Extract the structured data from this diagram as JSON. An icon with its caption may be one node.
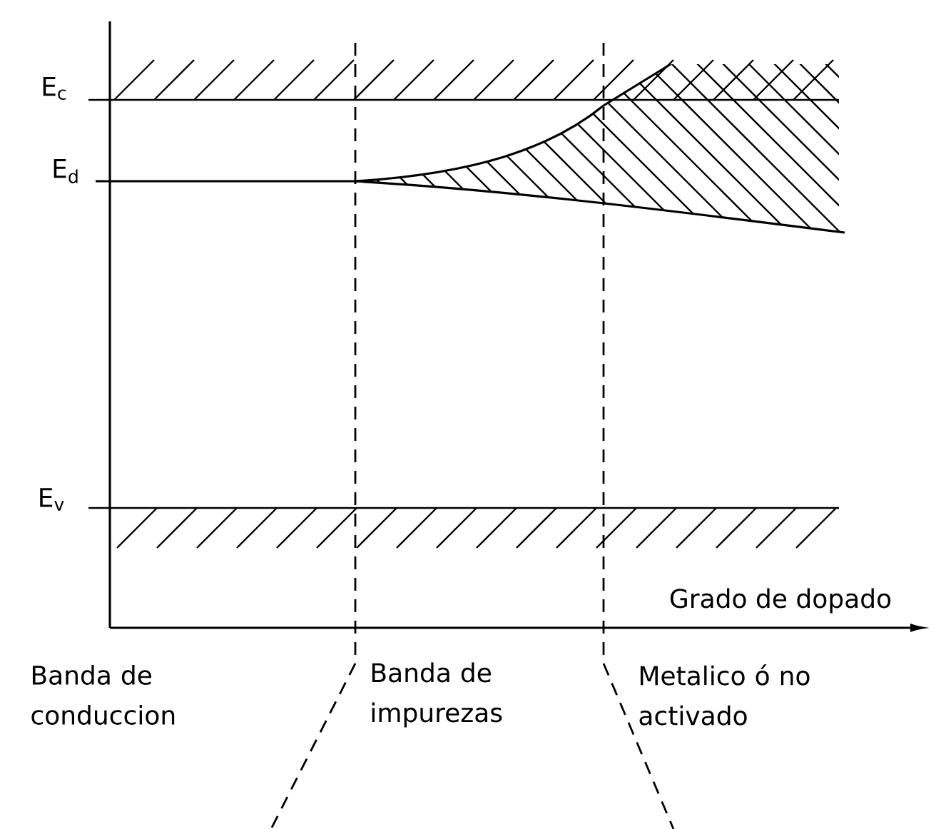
{
  "diagram": {
    "labels": [
      "E$_{c}$",
      "E$_{d}$",
      "E$_{v}$",
      "Grado de dopado",
      "Banda de conduccion",
      "Banda de impurezas",
      "Metalico ó no activado"
    ]
  }
}
